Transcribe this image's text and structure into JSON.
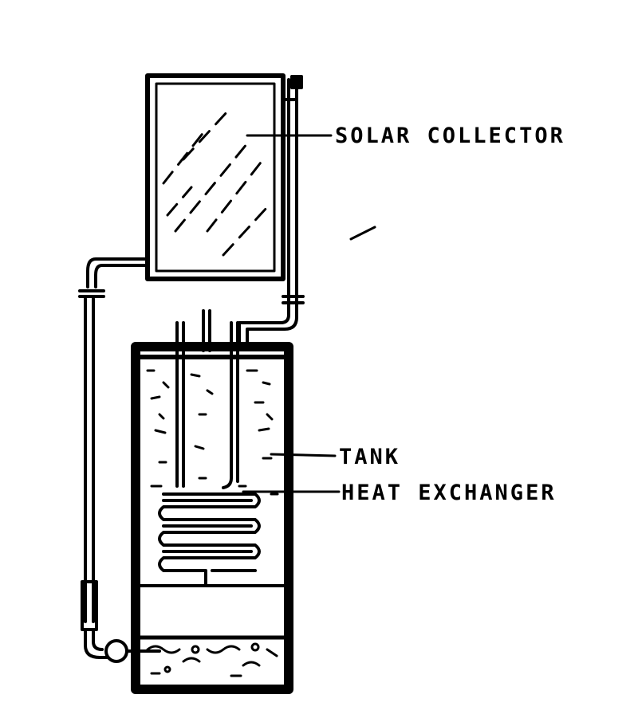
{
  "labels": {
    "solar_collector": "SOLAR COLLECTOR",
    "tank": "TANK",
    "heat_exchanger": "HEAT EXCHANGER"
  },
  "colors": {
    "ink": "#000000",
    "paper": "#ffffff"
  }
}
